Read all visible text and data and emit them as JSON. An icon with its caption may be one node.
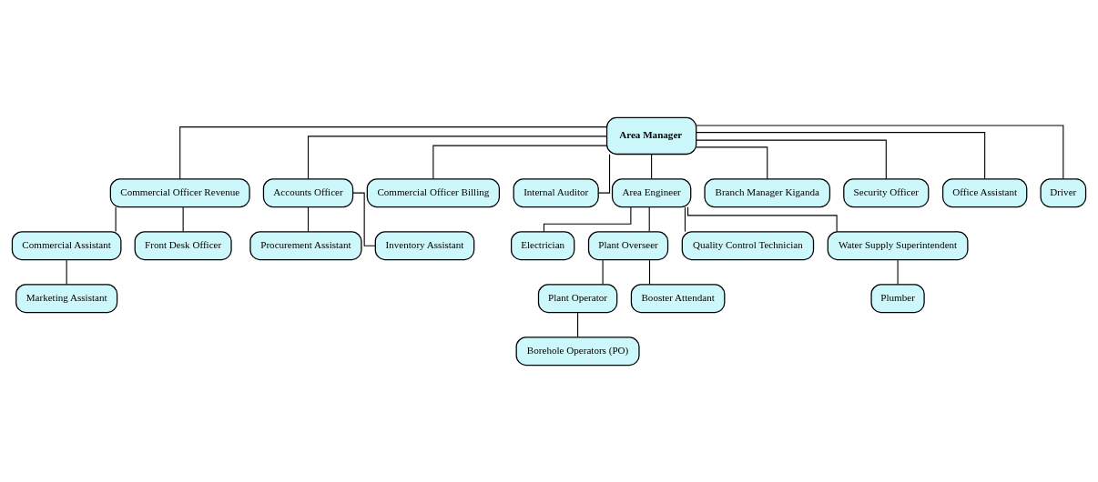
{
  "diagram": {
    "nodes": [
      {
        "text": [
          "Area Manager"
        ]
      },
      {
        "text": [
          "Commercial Officer Revenue"
        ]
      },
      {
        "text": [
          "Accounts Officer"
        ]
      },
      {
        "text": [
          "Commercial Officer Billing"
        ]
      },
      {
        "text": [
          "Internal Auditor"
        ]
      },
      {
        "text": [
          "Area Engineer"
        ]
      },
      {
        "text": [
          "Branch Manager Kiganda"
        ]
      },
      {
        "text": [
          "Security Officer"
        ]
      },
      {
        "text": [
          "Commercial Assistant"
        ]
      },
      {
        "text": [
          "Procurement Assistant"
        ]
      },
      {
        "text": [
          "Inventory Assistant"
        ]
      },
      {
        "text": [
          "Electrician"
        ]
      },
      {
        "text": [
          "Plant Overseer"
        ]
      },
      {
        "text": [
          "Quality Control Technician"
        ]
      },
      {
        "text": [
          "Water Supply Superintendent"
        ]
      },
      {
        "text": [
          "Marketing Assistant"
        ]
      },
      {
        "text": [
          "Front Desk Officer"
        ]
      },
      {
        "text": [
          "Office Assistant"
        ]
      },
      {
        "text": [
          "Driver"
        ]
      },
      {
        "text": [
          "Plant Operator"
        ]
      },
      {
        "text": [
          "Booster Attendant"
        ]
      },
      {
        "text": [
          "Plumber"
        ]
      },
      {
        "text": [
          "Borehole Operators (PO)"
        ]
      }
    ],
    "edges": [
      {
        "from": 0,
        "to": 1,
        "arrow": "none"
      },
      {
        "from": 0,
        "to": 2,
        "arrow": "none"
      },
      {
        "from": 0,
        "to": 3,
        "arrow": "none"
      },
      {
        "from": 0,
        "to": 4,
        "arrow": "none"
      },
      {
        "from": 0,
        "to": 5,
        "arrow": "none"
      },
      {
        "from": 0,
        "to": 6,
        "arrow": "none"
      },
      {
        "from": 0,
        "to": 7,
        "arrow": "none"
      },
      {
        "from": 0,
        "to": 17,
        "arrow": "none"
      },
      {
        "from": 0,
        "to": 18,
        "arrow": "none"
      },
      {
        "from": 1,
        "to": 8,
        "arrow": "none"
      },
      {
        "from": 1,
        "to": 16,
        "arrow": "none"
      },
      {
        "from": 8,
        "to": 15,
        "arrow": "none"
      },
      {
        "from": 2,
        "to": 9,
        "arrow": "none"
      },
      {
        "from": 2,
        "to": 10,
        "arrow": "none"
      },
      {
        "from": 5,
        "to": 11,
        "arrow": "none"
      },
      {
        "from": 5,
        "to": 12,
        "arrow": "none"
      },
      {
        "from": 5,
        "to": 13,
        "arrow": "none"
      },
      {
        "from": 5,
        "to": 14,
        "arrow": "none"
      },
      {
        "from": 14,
        "to": 21,
        "arrow": "none"
      },
      {
        "from": 12,
        "to": 19,
        "arrow": "none"
      },
      {
        "from": 12,
        "to": 20,
        "arrow": "none"
      },
      {
        "from": 19,
        "to": 22,
        "arrow": "none"
      }
    ]
  }
}
